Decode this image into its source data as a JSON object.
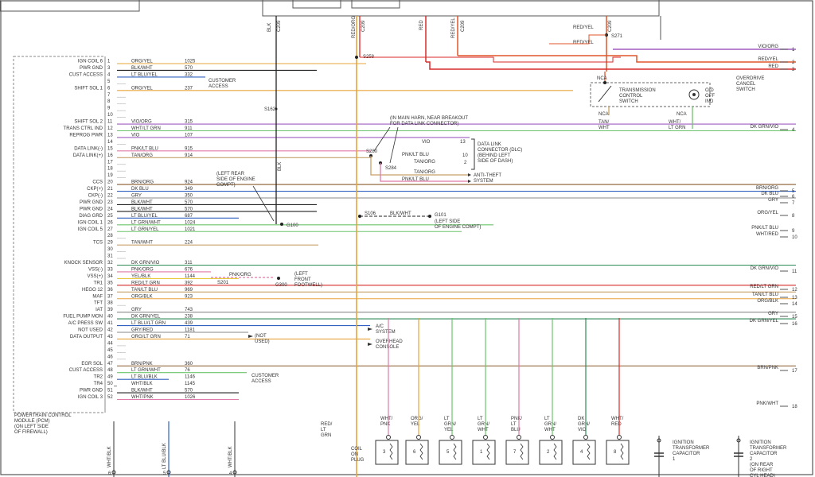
{
  "top": {
    "bk_label": "BLK\nC209",
    "red_org_label": "RED/ORG\nC209",
    "red_label": "RED",
    "red_yel_label": "RED/YEL\nC209",
    "c209": "C209",
    "splice_top": "S258",
    "red_yel_1": "RED/YEL",
    "red_yel_2": "RED/YEL",
    "s271": "S271"
  },
  "pcm": {
    "title": "POWERTRAIN CONTROL\nMODULE (PCM)\n(ON LEFT SIDE\nOF FIREWALL)",
    "customer_access_1": "CUSTOMER\nACCESS",
    "customer_access_2": "CUSTOMER\nACCESS",
    "pins": [
      {
        "fn": "IGN COIL 6",
        "pin": "1",
        "color": "ORG/YEL",
        "circuit": "1025"
      },
      {
        "fn": "PWR GND",
        "pin": "3",
        "color": "BLK/WHT",
        "circuit": "570"
      },
      {
        "fn": "CUST ACCESS",
        "pin": "4",
        "color": "LT BLU/YEL",
        "circuit": "332"
      },
      {
        "fn": "",
        "pin": "5",
        "color": "",
        "circuit": ""
      },
      {
        "fn": "SHIFT SOL 1",
        "pin": "6",
        "color": "ORG/YEL",
        "circuit": "237"
      },
      {
        "fn": "",
        "pin": "7",
        "color": "",
        "circuit": ""
      },
      {
        "fn": "",
        "pin": "8",
        "color": "",
        "circuit": ""
      },
      {
        "fn": "",
        "pin": "9",
        "color": "",
        "circuit": ""
      },
      {
        "fn": "",
        "pin": "10",
        "color": "",
        "circuit": ""
      },
      {
        "fn": "SHIFT SOL 2",
        "pin": "11",
        "color": "VIO/ORG",
        "circuit": "315"
      },
      {
        "fn": "TRANS CTRL IND",
        "pin": "12",
        "color": "WHT/LT GRN",
        "circuit": "911"
      },
      {
        "fn": "REPROG PWR",
        "pin": "13",
        "color": "VIO",
        "circuit": "107"
      },
      {
        "fn": "",
        "pin": "14",
        "color": "",
        "circuit": ""
      },
      {
        "fn": "DATA LINK(-)",
        "pin": "15",
        "color": "PNK/LT BLU",
        "circuit": "915"
      },
      {
        "fn": "DATA LINK(+)",
        "pin": "16",
        "color": "TAN/ORG",
        "circuit": "914"
      },
      {
        "fn": "",
        "pin": "17",
        "color": "",
        "circuit": ""
      },
      {
        "fn": "",
        "pin": "18",
        "color": "",
        "circuit": ""
      },
      {
        "fn": "",
        "pin": "19",
        "color": "",
        "circuit": ""
      },
      {
        "fn": "CCS",
        "pin": "20",
        "color": "BRN/ORG",
        "circuit": "924"
      },
      {
        "fn": "CKP(+)",
        "pin": "21",
        "color": "DK BLU",
        "circuit": "349"
      },
      {
        "fn": "CKP(-)",
        "pin": "22",
        "color": "GRY",
        "circuit": "350"
      },
      {
        "fn": "PWR GND",
        "pin": "23",
        "color": "BLK/WHT",
        "circuit": "570"
      },
      {
        "fn": "PWR GND",
        "pin": "24",
        "color": "BLK/WHT",
        "circuit": "570"
      },
      {
        "fn": "DIAG GRD",
        "pin": "25",
        "color": "LT BLU/YEL",
        "circuit": "687"
      },
      {
        "fn": "IGN COIL 1",
        "pin": "26",
        "color": "LT GRN/WHT",
        "circuit": "1024"
      },
      {
        "fn": "IGN COIL 5",
        "pin": "27",
        "color": "LT GRN/YEL",
        "circuit": "1021"
      },
      {
        "fn": "",
        "pin": "28",
        "color": "",
        "circuit": ""
      },
      {
        "fn": "TCS",
        "pin": "29",
        "color": "TAN/WHT",
        "circuit": "224"
      },
      {
        "fn": "",
        "pin": "30",
        "color": "",
        "circuit": ""
      },
      {
        "fn": "",
        "pin": "31",
        "color": "",
        "circuit": ""
      },
      {
        "fn": "KNOCK SENSOR",
        "pin": "32",
        "color": "DK GRN/VIO",
        "circuit": "311"
      },
      {
        "fn": "VSS(-)",
        "pin": "33",
        "color": "PNK/ORG",
        "circuit": "676"
      },
      {
        "fn": "VSS(+)",
        "pin": "34",
        "color": "YEL/BLK",
        "circuit": "1144"
      },
      {
        "fn": "TR1",
        "pin": "35",
        "color": "RED/LT GRN",
        "circuit": "392"
      },
      {
        "fn": "HEGO 12",
        "pin": "36",
        "color": "TAN/LT BLU",
        "circuit": "969"
      },
      {
        "fn": "MAF",
        "pin": "37",
        "color": "ORG/BLK",
        "circuit": "923"
      },
      {
        "fn": "TFT",
        "pin": "38",
        "color": "",
        "circuit": ""
      },
      {
        "fn": "IAT",
        "pin": "39",
        "color": "GRY",
        "circuit": "743"
      },
      {
        "fn": "FUEL PUMP MON",
        "pin": "40",
        "color": "DK GRN/YEL",
        "circuit": "238"
      },
      {
        "fn": "A/C PRESS SW",
        "pin": "41",
        "color": "LT BLU/LT GRN",
        "circuit": "439"
      },
      {
        "fn": "NOT USED",
        "pin": "42",
        "color": "GRY/RED",
        "circuit": "1181"
      },
      {
        "fn": "DATA OUTPUT",
        "pin": "43",
        "color": "ORG/LT GRN",
        "circuit": "71"
      },
      {
        "fn": "",
        "pin": "44",
        "color": "",
        "circuit": ""
      },
      {
        "fn": "",
        "pin": "45",
        "color": "",
        "circuit": ""
      },
      {
        "fn": "",
        "pin": "46",
        "color": "",
        "circuit": ""
      },
      {
        "fn": "EGR SOL",
        "pin": "47",
        "color": "BRN/PNK",
        "circuit": "360"
      },
      {
        "fn": "CUST ACCESS",
        "pin": "48",
        "color": "LT GRN/WHT",
        "circuit": "76"
      },
      {
        "fn": "TR2",
        "pin": "49",
        "color": "LT BLU/BLK",
        "circuit": "1146"
      },
      {
        "fn": "TR4",
        "pin": "50",
        "color": "WHT/BLK",
        "circuit": "1145"
      },
      {
        "fn": "PWR GND",
        "pin": "51",
        "color": "BLK/WHT",
        "circuit": "570"
      },
      {
        "fn": "IGN COIL 3",
        "pin": "52",
        "color": "WHT/PNK",
        "circuit": "1026"
      }
    ]
  },
  "splices": {
    "s162": "S162",
    "s106": "S106",
    "s201": "S201",
    "s280": "S280",
    "s284": "S284",
    "g100": "G100",
    "g101": "G101",
    "g300": "G300"
  },
  "notes": {
    "left_rear": "(LEFT REAR\nSIDE OF ENGINE\nCOMPT)",
    "main_harn": "(IN MAIN HARN, NEAR BREAKOUT\nFOR DATA LINK CONNECTOR)",
    "g101_loc": "(LEFT SIDE\nOF ENGINE COMPT)",
    "g300_loc": "(LEFT\nFRONT\nFOOTWELL)",
    "blk_wht": "BLK/WHT",
    "pnk_org": "PNK/ORG",
    "blk_vert": "BLK"
  },
  "dlc": {
    "label": "DATA LINK\nCONNECTOR (DLC)\n(BEHIND LEFT\nSIDE OF DASH)",
    "vio": "VIO",
    "pnk_lt_blu": "PNK/LT BLU",
    "tan_org": "TAN/ORG",
    "p13": "13",
    "p10": "10",
    "p2": "2"
  },
  "antitheft": {
    "tan_org": "TAN/ORG",
    "pnk_lt_blu": "PNK/LT BLU",
    "label": "ANTI-THEFT\nSYSTEM"
  },
  "ac": {
    "label": "A/C\nSYSTEM"
  },
  "overhead": {
    "label": "OVERHEAD\nCONSOLE"
  },
  "notused_note": "(NOT\nUSED)",
  "tcs": {
    "label": "TRANSMISSION\nCONTROL\nSWITCH",
    "od": "O/D\nOFF\nIND",
    "overdrive": "OVERDRIVE\nCANCEL\nSWITCH",
    "nca1": "NCA",
    "nca2": "NCA",
    "nca3": "NCA",
    "tan_wht": "TAN/\nWHT",
    "wht_lt_grn": "WHT/\nLT GRN"
  },
  "right_edge": [
    {
      "color": "VIO/ORG",
      "num": ""
    },
    {
      "color": "RED/YEL",
      "num": "2"
    },
    {
      "color": "RED",
      "num": "3"
    },
    {
      "color": "DK GRN/VIO",
      "num": "4"
    },
    {
      "color": "BRN/ORG",
      "num": "5"
    },
    {
      "color": "DK BLU",
      "num": "6"
    },
    {
      "color": "GRY",
      "num": "7"
    },
    {
      "color": "ORG/YEL",
      "num": "8"
    },
    {
      "color": "PNK/LT BLU",
      "num": "9"
    },
    {
      "color": "WHT/RED",
      "num": "10"
    },
    {
      "color": "DK GRN/VIO",
      "num": "11"
    },
    {
      "color": "RED/LT GRN",
      "num": "12"
    },
    {
      "color": "TAN/LT BLU",
      "num": "13"
    },
    {
      "color": "ORG/BLK",
      "num": "14"
    },
    {
      "color": "GRY",
      "num": "15"
    },
    {
      "color": "DK GRN/YEL",
      "num": "16"
    },
    {
      "color": "BRN/PNK",
      "num": "17"
    },
    {
      "color": "PNK/WHT",
      "num": "18"
    }
  ],
  "right_edge_first_num": "1",
  "coil": {
    "label": "COIL\nON\nPLUG",
    "wires": [
      "WHT/\nPNK",
      "ORG/\nYEL",
      "LT\nGRN/\nYEL",
      "LT\nGRN/\nWHT",
      "PNK/\nLT\nBLU",
      "LT\nGRN/\nWHT",
      "DK\nGRN/\nVIO",
      "WHT/\nRED"
    ],
    "numbers": [
      "3",
      "6",
      "5",
      "1",
      "7",
      "2",
      "4",
      "8"
    ],
    "red_lt_grn": "RED/\nLT\nGRN"
  },
  "capacitors": {
    "cap1": "IGNITION\nTRANSFORMER\nCAPACITOR\n1",
    "cap2": "IGNITION\nTRANSFORMER\nCAPACITOR\n2\n(ON REAR\nOF RIGHT\nCYL HEAD)"
  },
  "bottom": {
    "wht_blk": "WHT/BLK",
    "lt_blu_blk": "LT BLU/BLK",
    "wht_blk2": "WHT/BLK",
    "n6": "6",
    "n5": "5",
    "n4": "4"
  },
  "colors": {
    "org_yel": "#e8a43a",
    "vio": "#a05cc0",
    "red": "#d92a2a",
    "red_yel": "#e0552a",
    "blue": "#3060c0",
    "dk_grn": "#2e8b57",
    "lt_grn": "#6cc46c",
    "gray": "#8a8a8a",
    "black": "#222222",
    "pink": "#e07aa8",
    "tan": "#c8a068",
    "brown": "#8b5a2b",
    "yellow": "#e6c83a"
  }
}
